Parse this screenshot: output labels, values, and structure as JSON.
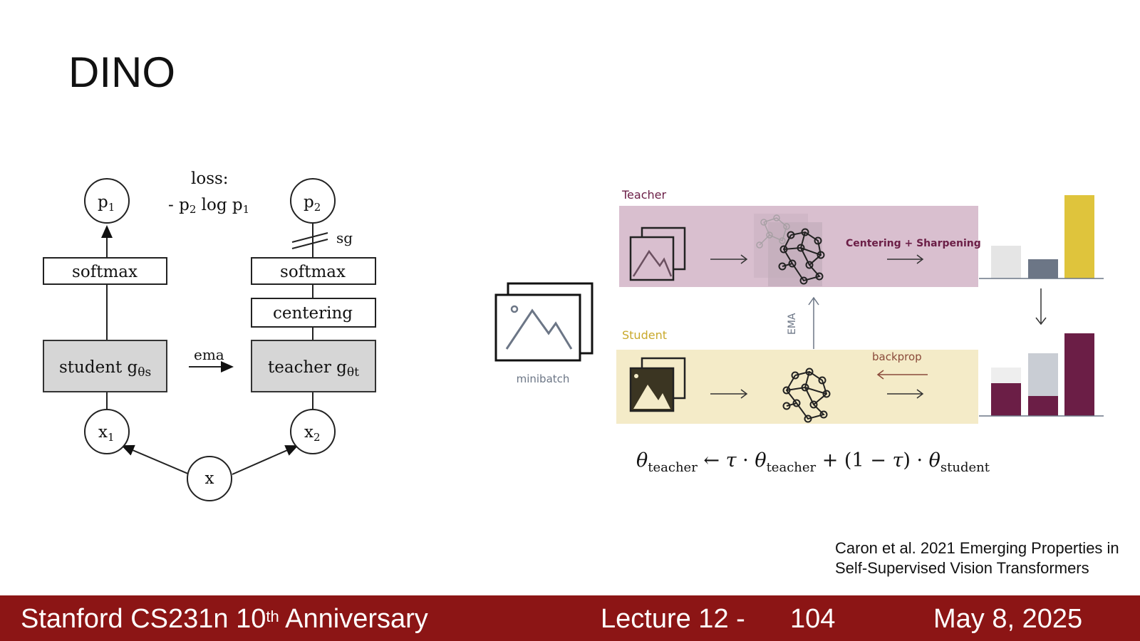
{
  "slide": {
    "title": "DINO"
  },
  "left_diagram": {
    "p1": "p",
    "p1_sub": "1",
    "p2": "p",
    "p2_sub": "2",
    "loss_label": "loss:",
    "loss_formula_a": "- p",
    "loss_formula_b": "2",
    "loss_formula_c": " log p",
    "loss_formula_d": "1",
    "sg_label": "sg",
    "softmax_left": "softmax",
    "softmax_right": "softmax",
    "centering": "centering",
    "student": "student g",
    "student_sub": "θs",
    "teacher": "teacher g",
    "teacher_sub": "θt",
    "ema": "ema",
    "x1": "x",
    "x1_sub": "1",
    "x2": "x",
    "x2_sub": "2",
    "x": "x"
  },
  "right_diagram": {
    "teacher_label": "Teacher",
    "student_label": "Student",
    "centering_sharpening": "Centering + Sharpening",
    "backprop": "backprop",
    "ema_vertical": "EMA",
    "minibatch": "minibatch",
    "colors": {
      "teacher_band": "#d9bfcf",
      "student_band": "#f4ebc8",
      "teacher_text": "#6b1e46",
      "student_text": "#c9a92c",
      "accent": "#6b1e46",
      "gold": "#dfc43c"
    }
  },
  "formula": {
    "theta": "θ",
    "teacher_sub": "teacher",
    "arrow": " ← ",
    "tau": "τ",
    "dot": " · ",
    "plus": " + (1 − ",
    "close": ") · ",
    "student_sub": "student"
  },
  "citation": {
    "line1": "Caron et al. 2021 Emerging Properties in",
    "line2": "Self-Supervised Vision Transformers"
  },
  "footer": {
    "course": "Stanford CS231n 10",
    "course_sup": "th",
    "course_tail": " Anniversary",
    "lecture": "Lecture 12 -",
    "page": "104",
    "date": "May 8, 2025"
  }
}
